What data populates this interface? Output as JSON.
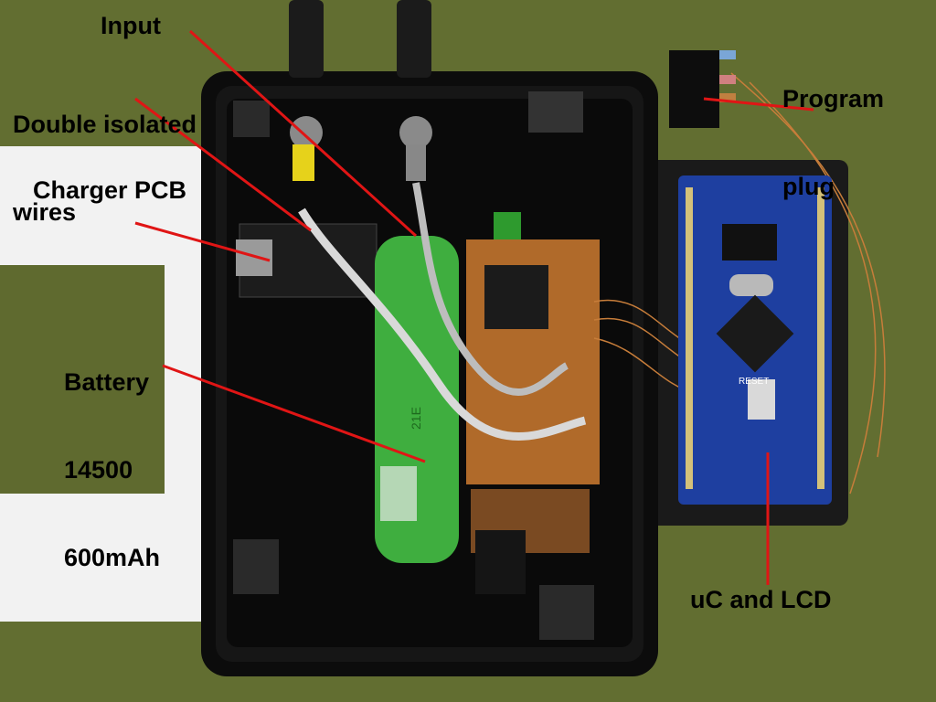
{
  "labels": {
    "input": "Input",
    "wires_line1": "Double isolated",
    "wires_line2": "wires",
    "charger": "Charger PCB",
    "battery_line1": "Battery",
    "battery_line2": "14500",
    "battery_line3": "600mAh",
    "program_line1": "Program",
    "program_line2": "plug",
    "uc": "uC and LCD"
  },
  "board_text": {
    "reset": "RESET",
    "battery_print": "21E"
  },
  "colors": {
    "felt": "#5f6a2f",
    "enclosure": "#111111",
    "pointer": "#e01515",
    "battery": "#3fae3f",
    "stripboard": "#b06a2a",
    "mcu_board": "#1e3fa0"
  }
}
